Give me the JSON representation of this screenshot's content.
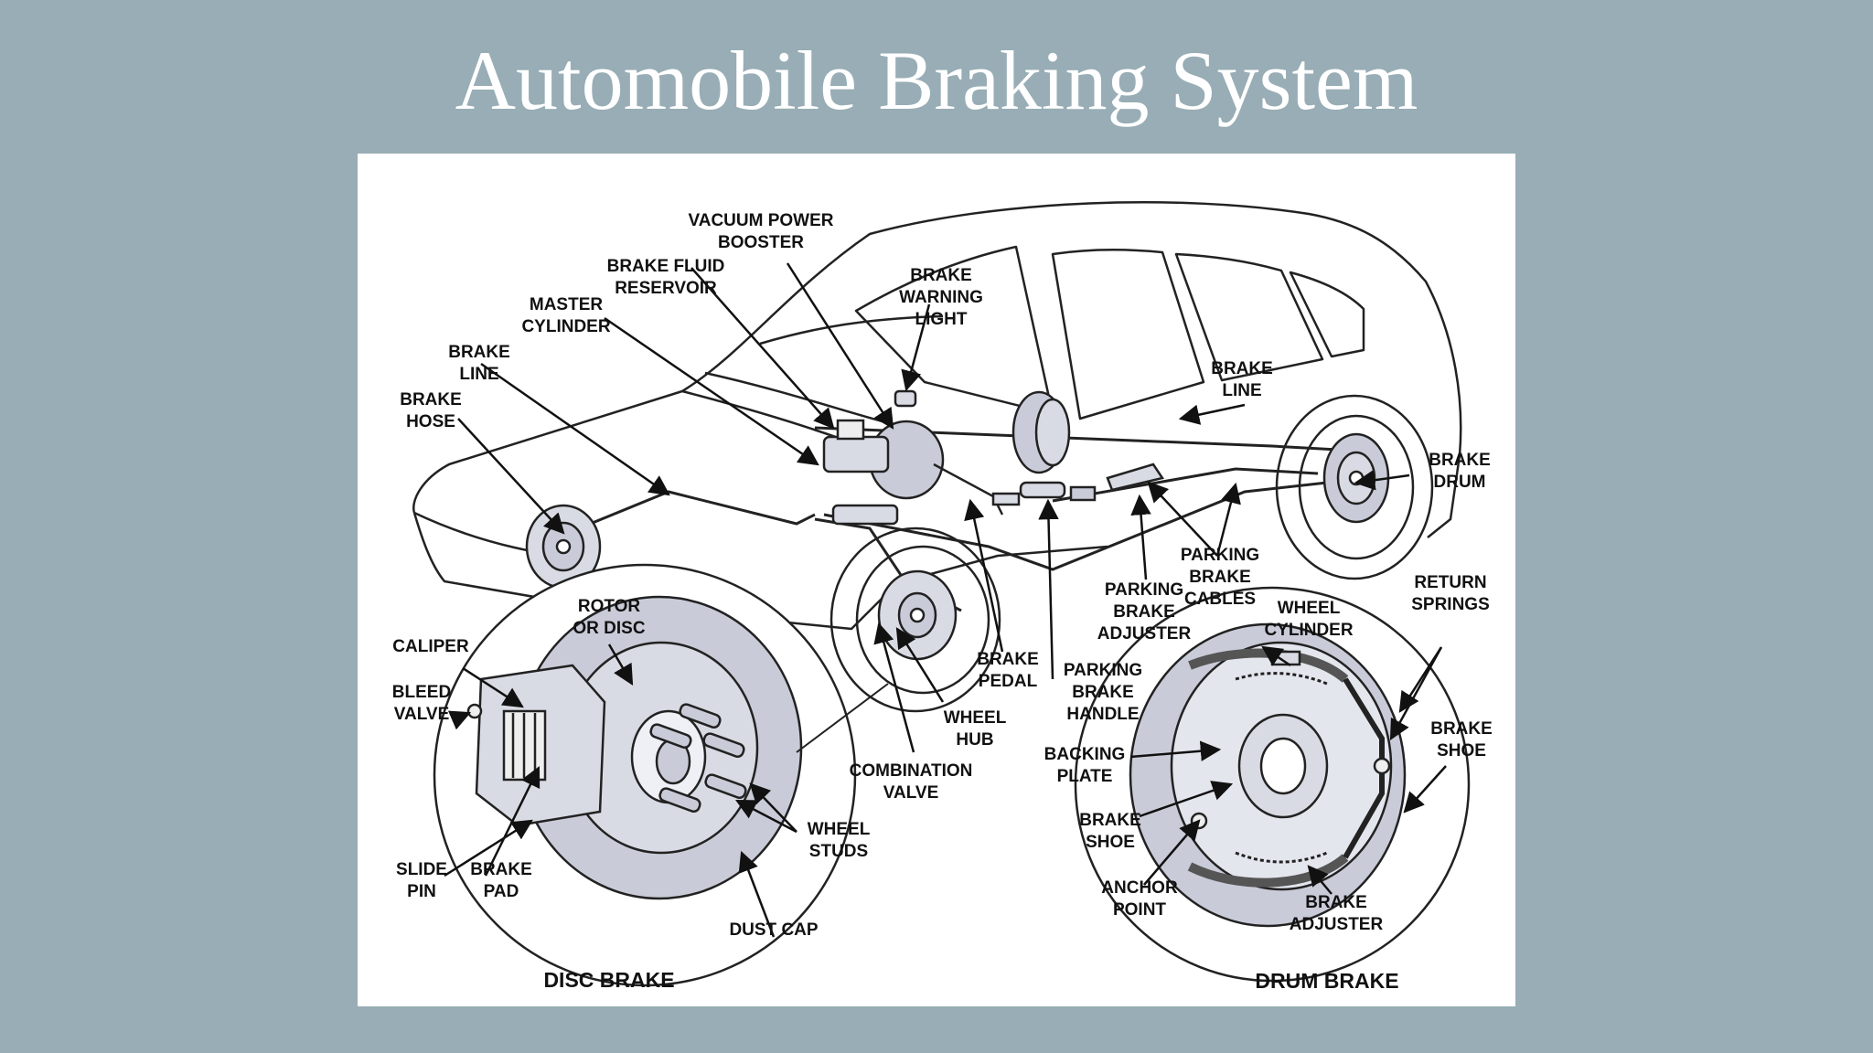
{
  "slide": {
    "title": "Automobile Braking System"
  },
  "colors": {
    "background": "#98adb5",
    "panel": "#ffffff",
    "ink": "#111111",
    "part_fill": "#c9ccd8"
  },
  "labels": {
    "vacuum_power_booster": "VACUUM POWER\nBOOSTER",
    "brake_fluid_reservoir": "BRAKE FLUID\nRESERVOIR",
    "master_cylinder": "MASTER\nCYLINDER",
    "brake_line_front": "BRAKE\nLINE",
    "brake_hose": "BRAKE\nHOSE",
    "brake_warning_light": "BRAKE\nWARNING\nLIGHT",
    "brake_line_rear": "BRAKE\nLINE",
    "brake_drum": "BRAKE\nDRUM",
    "parking_brake_cables": "PARKING\nBRAKE\nCABLES",
    "parking_brake_adjuster": "PARKING\nBRAKE\nADJUSTER",
    "wheel_cylinder": "WHEEL\nCYLINDER",
    "return_springs": "RETURN\nSPRINGS",
    "rotor_or_disc": "ROTOR\nOR DISC",
    "caliper": "CALIPER",
    "bleed_valve": "BLEED\nVALVE",
    "brake_pedal": "BRAKE\nPEDAL",
    "parking_brake_handle": "PARKING\nBRAKE\nHANDLE",
    "wheel_hub": "WHEEL\nHUB",
    "combination_valve": "COMBINATION\nVALVE",
    "backing_plate": "BACKING\nPLATE",
    "brake_shoe_right": "BRAKE\nSHOE",
    "brake_shoe_left": "BRAKE\nSHOE",
    "wheel_studs": "WHEEL\nSTUDS",
    "slide_pin": "SLIDE\nPIN",
    "brake_pad": "BRAKE\nPAD",
    "dust_cap": "DUST CAP",
    "anchor_point": "ANCHOR\nPOINT",
    "brake_adjuster": "BRAKE\nADJUSTER",
    "disc_brake": "DISC BRAKE",
    "drum_brake": "DRUM BRAKE"
  }
}
